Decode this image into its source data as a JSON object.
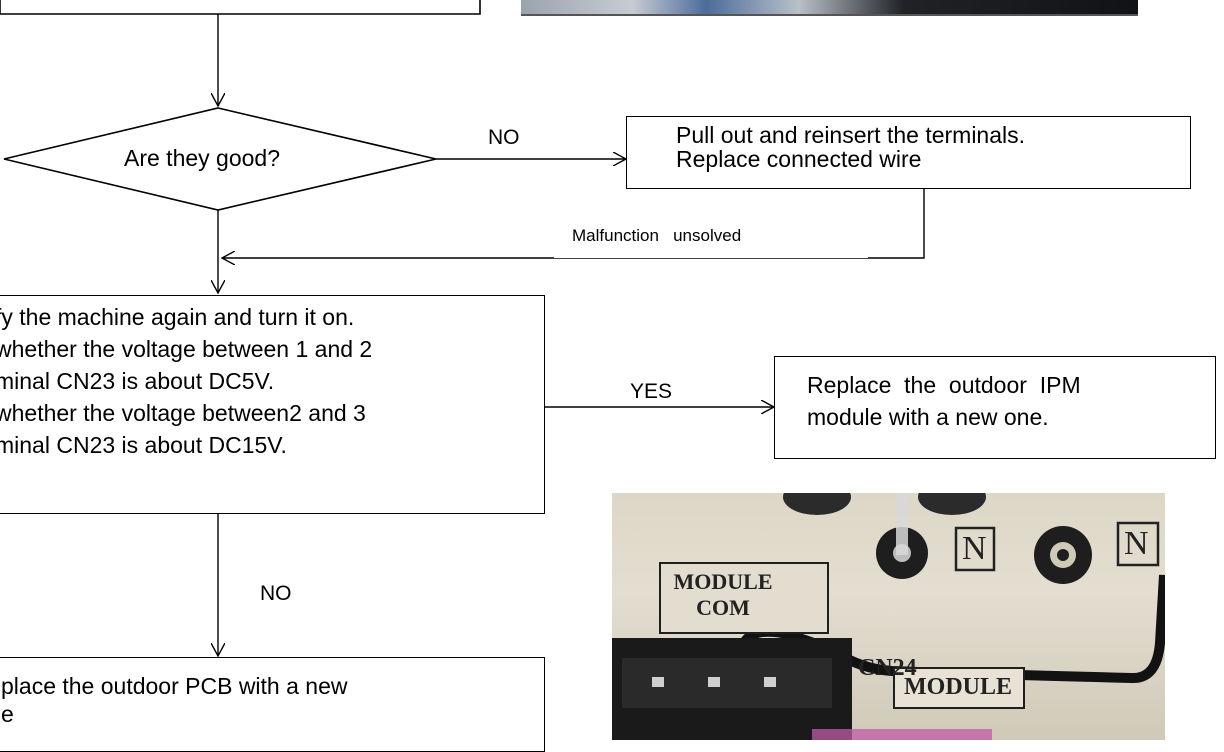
{
  "decision": {
    "text": "Are they good?"
  },
  "no_branch": {
    "label": "NO"
  },
  "reinsert_box": {
    "line1": "Pull out and reinsert the terminals.",
    "line2": "Replace connected wire"
  },
  "unsolved": {
    "label": "Malfunction   unsolved"
  },
  "verify_box": {
    "line1": "fy the machine again and turn it on.",
    "line2": " whether the voltage between 1 and 2",
    "line3": "minal CN23 is about DC5V.",
    "line4": " whether the voltage between2 and 3",
    "line5": "minal CN23 is about DC15V."
  },
  "yes_branch": {
    "label": "YES"
  },
  "ipm_box": {
    "line1": "Replace  the  outdoor  IPM",
    "line2": "module with a new one."
  },
  "no_branch_2": {
    "label": "NO"
  },
  "pcb_box": {
    "line1": "place the outdoor PCB with a new",
    "line2": "e"
  },
  "photo": {
    "labels": {
      "n1": "N",
      "n2": "N",
      "module_com": "MODULE COM",
      "cn24": "CN24",
      "module": "MODULE"
    }
  },
  "colors": {
    "line": "#000000",
    "board": "#d9d4c4",
    "connector": "#1a1a1a"
  }
}
